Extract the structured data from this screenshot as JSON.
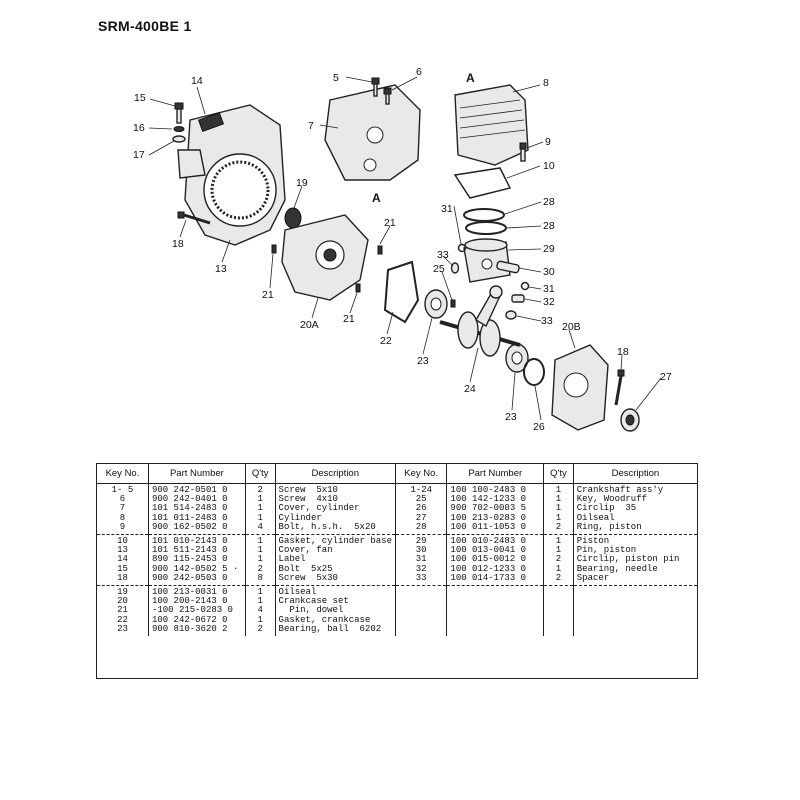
{
  "title": "SRM-400BE 1",
  "callouts": {
    "c1_5": "5",
    "c6": "6",
    "c7": "7",
    "cA1": "A",
    "cA2": "A",
    "c8": "8",
    "c9": "9",
    "c10": "10",
    "c14": "14",
    "c15": "15",
    "c16": "16",
    "c17": "17",
    "c18a": "18",
    "c13": "13",
    "c19": "19",
    "c21a": "21",
    "c21b": "21",
    "c21c": "21",
    "c20A": "20A",
    "c22": "22",
    "c23a": "23",
    "c23b": "23",
    "c24": "24",
    "c25": "25",
    "c26": "26",
    "c27": "27",
    "c28a": "28",
    "c28b": "28",
    "c29": "29",
    "c30": "30",
    "c31a": "31",
    "c31b": "31",
    "c32": "32",
    "c33a": "33",
    "c33b": "33",
    "c20B": "20B",
    "c18b": "18"
  },
  "table": {
    "headers": [
      "Key No.",
      "Part Number",
      "Q'ty",
      "Description",
      "Key No.",
      "Part Number",
      "Q'ty",
      "Description"
    ],
    "groups": [
      {
        "left_keys": "1- 5\n6\n7\n8\n9",
        "left_parts": "900 242-0501 0\n900 242-0401 0\n101 514-2483 0\n101 011-2483 0\n900 162-0502 0",
        "left_qty": "2\n1\n1\n1\n4",
        "left_desc": "Screw  5x10\nScrew  4x10\nCover, cylinder\nCylinder\nBolt, h.s.h.  5x20",
        "right_keys": "1-24\n25\n26\n27\n28",
        "right_parts": "100 100-2483 0\n100 142-1233 0\n900 702-0003 5\n100 213-0283 0\n100 011-1053 0",
        "right_qty": "1\n1\n1\n1\n2",
        "right_desc": "Crankshaft ass'y\nKey, Woodruff\nCirclip  35\nOilseal\nRing, piston"
      },
      {
        "left_keys": "10\n13\n14\n15\n18",
        "left_parts": "101 010-2143 0\n101 511-2143 0\n890 115-2453 0\n900 142-0502 5 ·\n900 242-0503 0",
        "left_qty": "1\n1\n1\n2\n8",
        "left_desc": "Gasket, cylinder base\nCover, fan\nLabel\nBolt  5x25\nScrew  5x30",
        "right_keys": "29\n30\n31\n32\n33",
        "right_parts": "100 010-2483 0\n100 013-0041 0\n100 015-0012 0\n100 012-1233 0\n100 014-1733 0",
        "right_qty": "1\n1\n2\n1\n2",
        "right_desc": "Piston\nPin, piston\nCirclip, piston pin\nBearing, needle\nSpacer"
      },
      {
        "left_keys": "19\n20\n21\n22\n23",
        "left_parts": "100 213-0031 0\n100 200-2143 0\n-100 215-0283 0\n100 242-0672 0\n900 810-3620 2",
        "left_qty": "1\n1\n4\n1\n2",
        "left_desc": "Oilseal\nCrankcase set\n  Pin, dowel\nGasket, crankcase\nBearing, ball  6202",
        "right_keys": "",
        "right_parts": "",
        "right_qty": "",
        "right_desc": ""
      }
    ]
  }
}
